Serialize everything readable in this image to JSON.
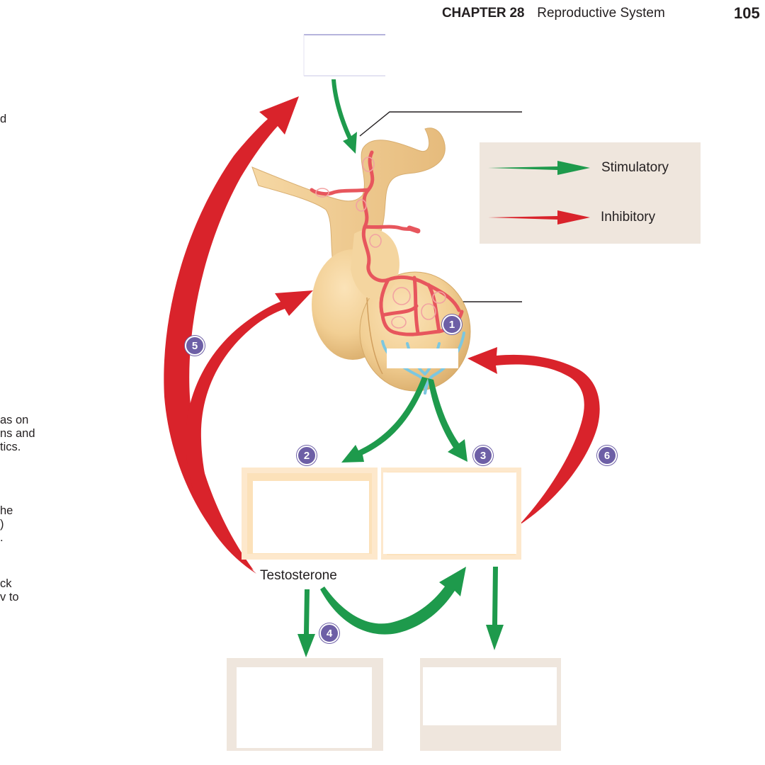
{
  "header": {
    "chapter": "CHAPTER 28",
    "title": "Reproductive System",
    "page_number": "105"
  },
  "side_text": {
    "block1": "\nd",
    "block2": "as on\nns and\ntics.",
    "block3": "he\n)\n.",
    "block4": "ck\nv to"
  },
  "legend": {
    "stimulatory_label": "Stimulatory",
    "inhibitory_label": "Inhibitory",
    "stimulatory_color": "#1e9a4c",
    "inhibitory_color": "#d9232b"
  },
  "diagram": {
    "hormone_label": "Testosterone",
    "step_numbers": [
      "1",
      "2",
      "3",
      "4",
      "5",
      "6"
    ],
    "badge_color": "#6d5fa6"
  }
}
